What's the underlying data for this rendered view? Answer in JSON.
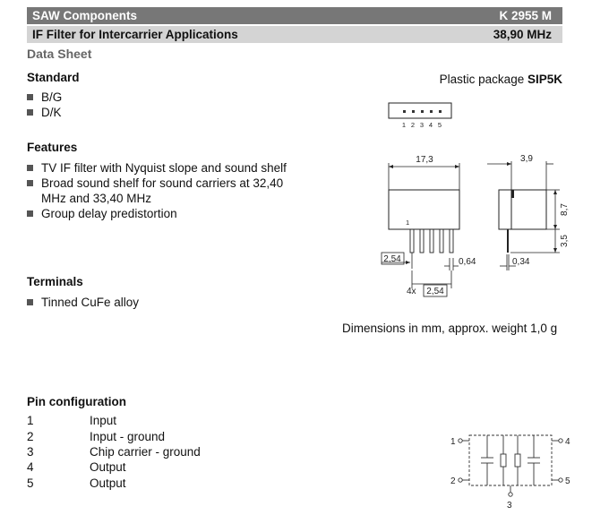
{
  "header": {
    "title": "SAW Components",
    "part_number": "K 2955 M",
    "subtitle": "IF Filter for Intercarrier Applications",
    "frequency": "38,90 MHz"
  },
  "doc_type": "Data Sheet",
  "standard": {
    "heading": "Standard",
    "items": [
      "B/G",
      "D/K"
    ]
  },
  "features": {
    "heading": "Features",
    "items": [
      "TV IF filter with Nyquist slope and sound shelf",
      "Broad sound shelf for sound carriers at 32,40",
      "MHz and 33,40 MHz",
      "Group delay predistortion"
    ]
  },
  "terminals": {
    "heading": "Terminals",
    "items": [
      "Tinned CuFe alloy"
    ]
  },
  "package": {
    "label": "Plastic package ",
    "name": "SIP5K",
    "caption": "Dimensions in mm, approx. weight 1,0 g",
    "pin_numbers": [
      "1",
      "2",
      "3",
      "4",
      "5"
    ],
    "pin1_marker": "1",
    "dims": {
      "width": "17,3",
      "depth": "3,9",
      "height": "8,7",
      "lead": "3,5",
      "pitch": "2,54",
      "lead_w": "0,64",
      "lead_t": "0,34",
      "span_prefix": "4x",
      "span": "2,54"
    }
  },
  "pin_config": {
    "heading": "Pin configuration",
    "rows": [
      {
        "num": "1",
        "name": "Input"
      },
      {
        "num": "2",
        "name": "Input - ground"
      },
      {
        "num": "3",
        "name": "Chip carrier - ground"
      },
      {
        "num": "4",
        "name": "Output"
      },
      {
        "num": "5",
        "name": "Output"
      }
    ],
    "schematic_labels": [
      "1",
      "2",
      "3",
      "4",
      "5"
    ]
  }
}
